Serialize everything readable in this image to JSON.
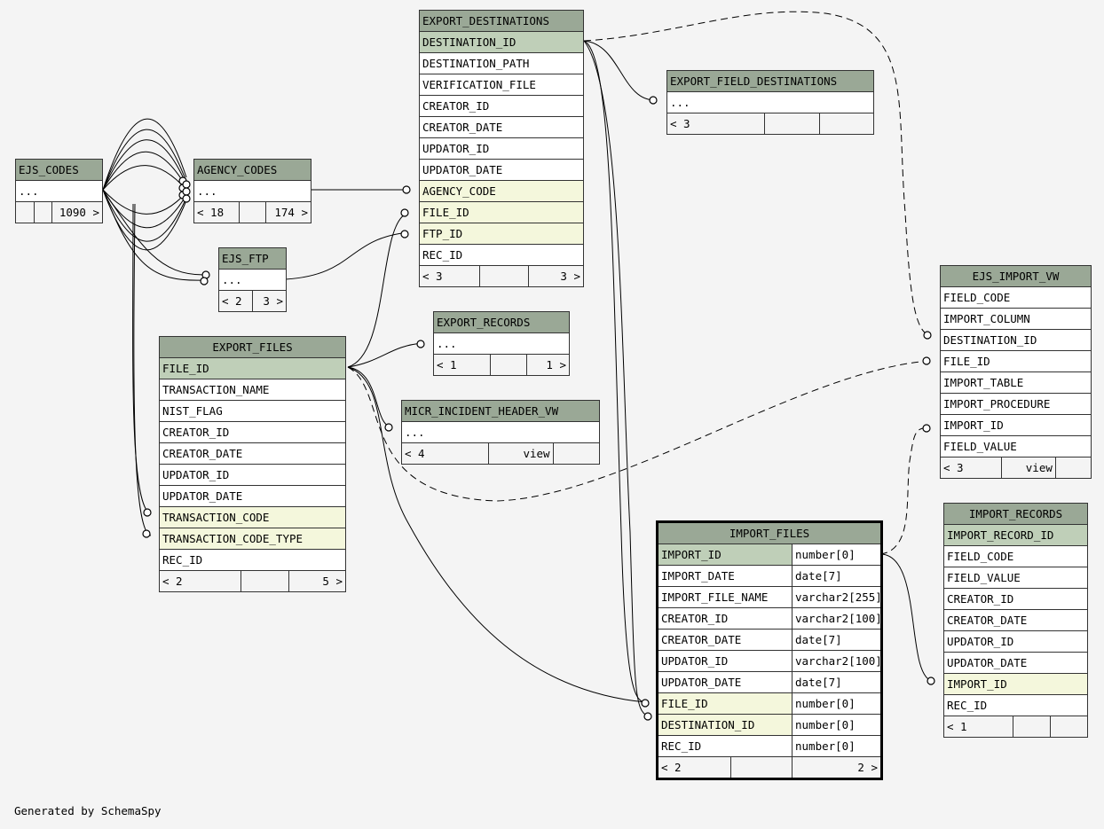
{
  "footer": "Generated by SchemaSpy",
  "tables": {
    "export_destinations": {
      "name": "EXPORT_DESTINATIONS",
      "columns": [
        "DESTINATION_ID",
        "DESTINATION_PATH",
        "VERIFICATION_FILE",
        "CREATOR_ID",
        "CREATOR_DATE",
        "UPDATOR_ID",
        "UPDATOR_DATE",
        "AGENCY_CODE",
        "FILE_ID",
        "FTP_ID",
        "REC_ID"
      ],
      "footer": [
        "< 3",
        "",
        "3 >"
      ]
    },
    "export_field_destinations": {
      "name": "EXPORT_FIELD_DESTINATIONS",
      "ellipsis": "...",
      "footer": [
        "< 3",
        "",
        ""
      ]
    },
    "ejs_codes": {
      "name": "EJS_CODES",
      "ellipsis": "...",
      "footer": [
        "",
        "",
        "1090 >"
      ]
    },
    "agency_codes": {
      "name": "AGENCY_CODES",
      "ellipsis": "...",
      "footer": [
        "< 18",
        "",
        "174 >"
      ]
    },
    "ejs_ftp": {
      "name": "EJS_FTP",
      "ellipsis": "...",
      "footer": [
        "< 2",
        "3 >"
      ]
    },
    "export_records": {
      "name": "EXPORT_RECORDS",
      "ellipsis": "...",
      "footer": [
        "< 1",
        "",
        "1 >"
      ]
    },
    "export_files": {
      "name": "EXPORT_FILES",
      "columns": [
        "FILE_ID",
        "TRANSACTION_NAME",
        "NIST_FLAG",
        "CREATOR_ID",
        "CREATOR_DATE",
        "UPDATOR_ID",
        "UPDATOR_DATE",
        "TRANSACTION_CODE",
        "TRANSACTION_CODE_TYPE",
        "REC_ID"
      ],
      "footer": [
        "< 2",
        "",
        "5 >"
      ]
    },
    "micr_incident_header_vw": {
      "name": "MICR_INCIDENT_HEADER_VW",
      "ellipsis": "...",
      "footer": [
        "< 4",
        "view",
        ""
      ]
    },
    "ejs_import_vw": {
      "name": "EJS_IMPORT_VW",
      "columns": [
        "FIELD_CODE",
        "IMPORT_COLUMN",
        "DESTINATION_ID",
        "FILE_ID",
        "IMPORT_TABLE",
        "IMPORT_PROCEDURE",
        "IMPORT_ID",
        "FIELD_VALUE"
      ],
      "footer": [
        "< 3",
        "view",
        ""
      ]
    },
    "import_records": {
      "name": "IMPORT_RECORDS",
      "columns": [
        "IMPORT_RECORD_ID",
        "FIELD_CODE",
        "FIELD_VALUE",
        "CREATOR_ID",
        "CREATOR_DATE",
        "UPDATOR_ID",
        "UPDATOR_DATE",
        "IMPORT_ID",
        "REC_ID"
      ],
      "footer": [
        "< 1",
        "",
        ""
      ]
    },
    "import_files": {
      "name": "IMPORT_FILES",
      "columns": [
        {
          "name": "IMPORT_ID",
          "type": "number[0]"
        },
        {
          "name": "IMPORT_DATE",
          "type": "date[7]"
        },
        {
          "name": "IMPORT_FILE_NAME",
          "type": "varchar2[255]"
        },
        {
          "name": "CREATOR_ID",
          "type": "varchar2[100]"
        },
        {
          "name": "CREATOR_DATE",
          "type": "date[7]"
        },
        {
          "name": "UPDATOR_ID",
          "type": "varchar2[100]"
        },
        {
          "name": "UPDATOR_DATE",
          "type": "date[7]"
        },
        {
          "name": "FILE_ID",
          "type": "number[0]"
        },
        {
          "name": "DESTINATION_ID",
          "type": "number[0]"
        },
        {
          "name": "REC_ID",
          "type": "number[0]"
        }
      ],
      "footer": [
        "< 2",
        "",
        "2 >"
      ]
    }
  }
}
